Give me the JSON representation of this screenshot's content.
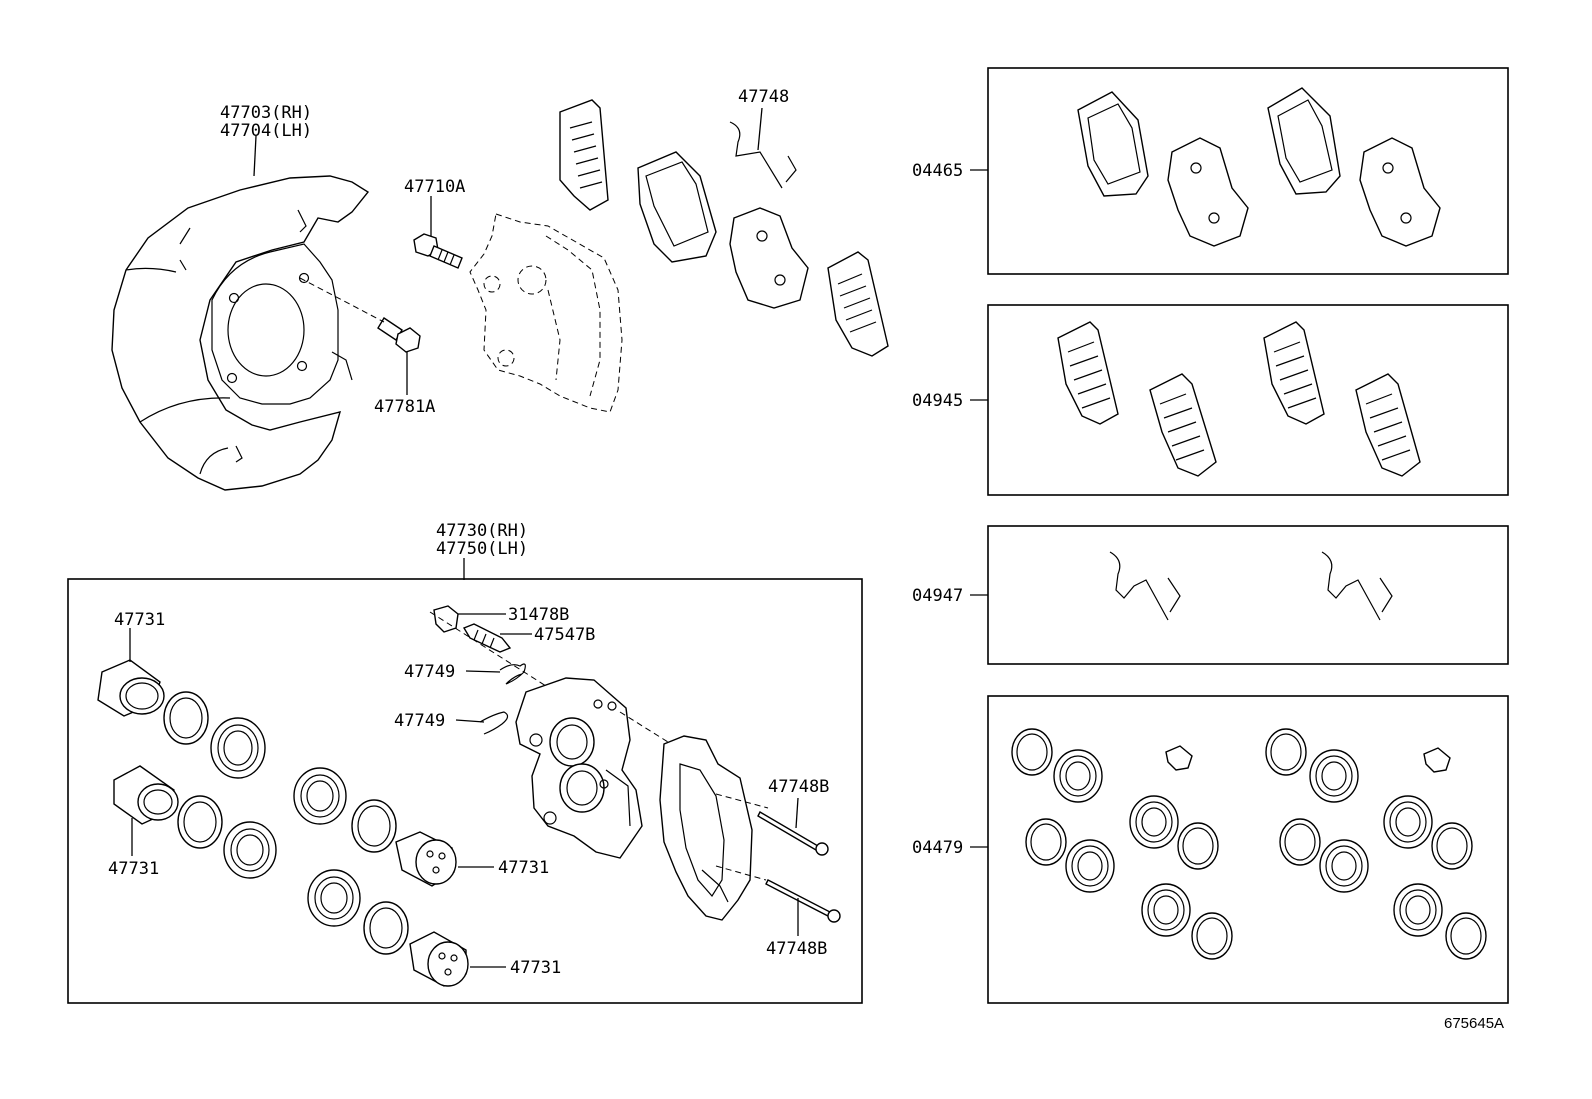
{
  "labels": {
    "shield_rh": "47703(RH)",
    "shield_lh": "47704(LH)",
    "bolt_a": "47710A",
    "bolt_b": "47781A",
    "clip_top": "47748",
    "caliper_rh": "47730(RH)",
    "caliper_lh": "47750(LH)",
    "piston_1": "47731",
    "piston_2": "47731",
    "piston_3": "47731",
    "piston_4": "47731",
    "bleeder_cap": "31478B",
    "bleeder_plug": "47547B",
    "spring_1": "47749",
    "spring_2": "47749",
    "pin_1": "47748B",
    "pin_2": "47748B",
    "kit_pads": "04465",
    "kit_shims": "04945",
    "kit_fitting": "04947",
    "kit_seals": "04479",
    "drawing_no": "675645A"
  }
}
